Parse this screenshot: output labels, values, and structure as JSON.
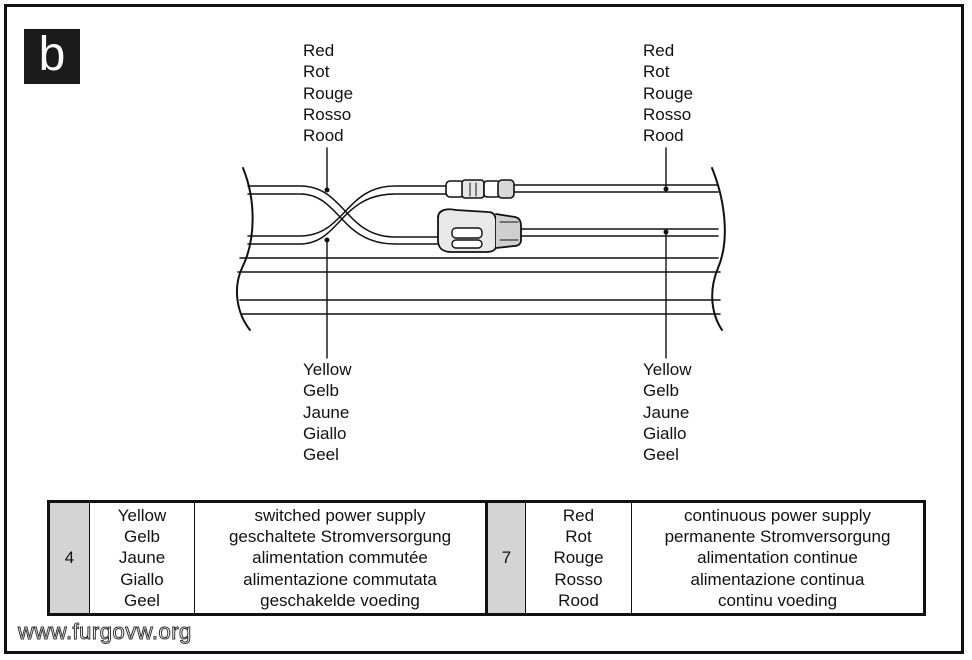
{
  "badge": "b",
  "labels": {
    "top_left": [
      "Red",
      "Rot",
      "Rouge",
      "Rosso",
      "Rood"
    ],
    "top_right": [
      "Red",
      "Rot",
      "Rouge",
      "Rosso",
      "Rood"
    ],
    "bottom_left": [
      "Yellow",
      "Gelb",
      "Jaune",
      "Giallo",
      "Geel"
    ],
    "bottom_right": [
      "Yellow",
      "Gelb",
      "Jaune",
      "Giallo",
      "Geel"
    ]
  },
  "legend": {
    "row1": {
      "number": "4",
      "colors": [
        "Yellow",
        "Gelb",
        "Jaune",
        "Giallo",
        "Geel"
      ],
      "descriptions": [
        "switched power supply",
        "geschaltete Stromversorgung",
        "alimentation commutée",
        "alimentazione commutata",
        "geschakelde voeding"
      ]
    },
    "row2": {
      "number": "7",
      "colors": [
        "Red",
        "Rot",
        "Rouge",
        "Rosso",
        "Rood"
      ],
      "descriptions": [
        "continuous power supply",
        "permanente Stromversorgung",
        "alimentation continue",
        "alimentazione continua",
        "continu voeding"
      ]
    }
  },
  "watermark": "www.furgovw.org",
  "colors": {
    "number_cell_bg": "#d4d4d4",
    "ink": "#111111"
  }
}
